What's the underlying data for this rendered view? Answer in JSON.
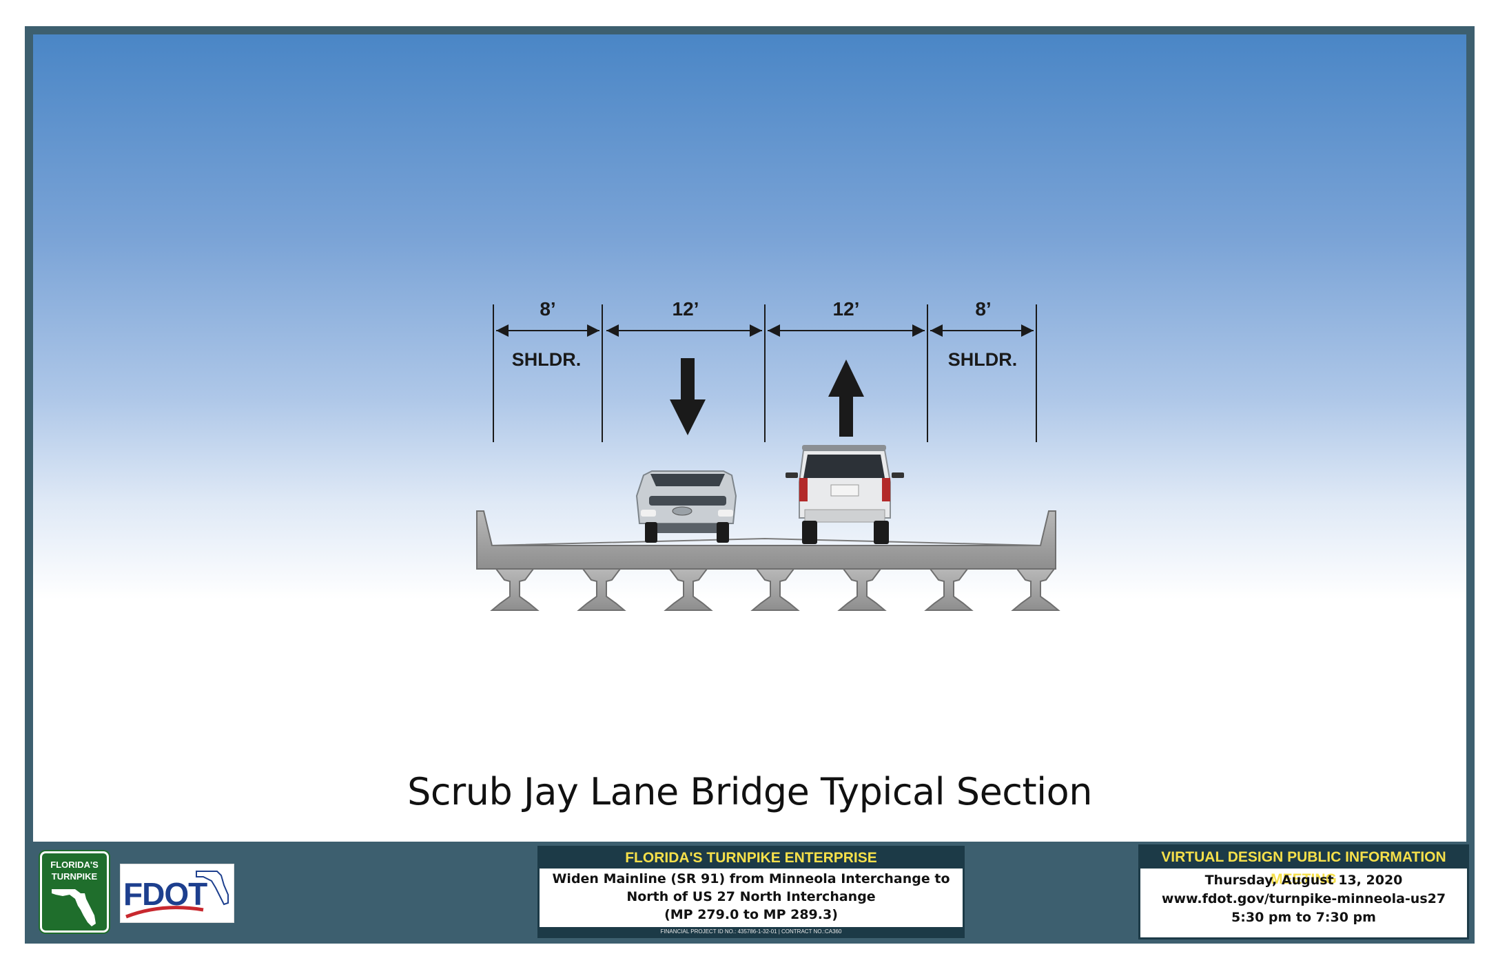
{
  "diagram": {
    "title": "Scrub Jay Lane Bridge Typical Section",
    "dimensions": [
      {
        "width": "8’",
        "label": "SHLDR."
      },
      {
        "width": "12’",
        "label": ""
      },
      {
        "width": "12’",
        "label": ""
      },
      {
        "width": "8’",
        "label": "SHLDR."
      }
    ],
    "lane_directions": [
      "down-arrow",
      "up-arrow"
    ],
    "colors": {
      "sky_top": "#4a86c6",
      "frame": "#3d5f6f",
      "banner": "#1c3a47",
      "banner_text": "#f6e04a"
    }
  },
  "footer": {
    "turnpike_logo": "FLORIDA'S TURNPIKE",
    "fdot_logo": "FDOT",
    "center": {
      "heading": "FLORIDA'S TURNPIKE ENTERPRISE",
      "line1": "Widen Mainline (SR 91) from Minneola Interchange to",
      "line2": "North of US 27 North Interchange",
      "line3": "(MP 279.0 to MP 289.3)",
      "fine": "FINANCIAL PROJECT ID NO.: 435786-1-32-01 | CONTRACT NO.:CA360"
    },
    "right": {
      "heading": "VIRTUAL DESIGN PUBLIC INFORMATION MEETING",
      "date": "Thursday, August 13, 2020",
      "url": "www.fdot.gov/turnpike-minneola-us27",
      "time": "5:30 pm to 7:30 pm"
    }
  }
}
